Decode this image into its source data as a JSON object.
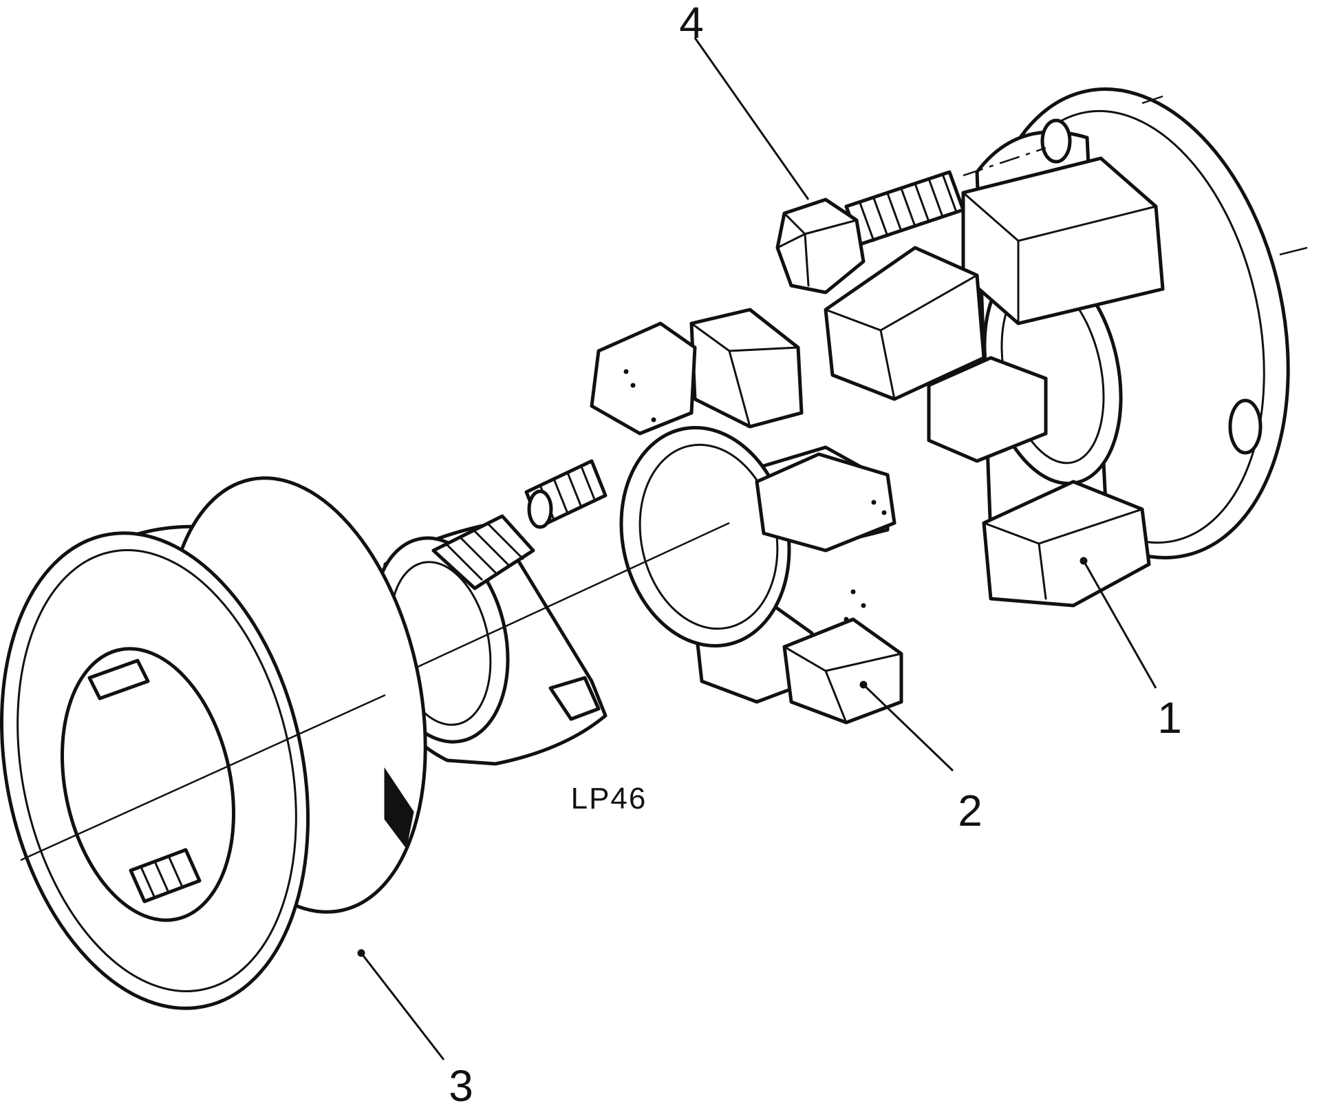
{
  "figure": {
    "code": "LP46",
    "callouts": [
      {
        "id": "1",
        "label": "1"
      },
      {
        "id": "2",
        "label": "2"
      },
      {
        "id": "3",
        "label": "3"
      },
      {
        "id": "4",
        "label": "4"
      }
    ]
  },
  "colors": {
    "ink": "#111111",
    "paper": "#ffffff"
  }
}
